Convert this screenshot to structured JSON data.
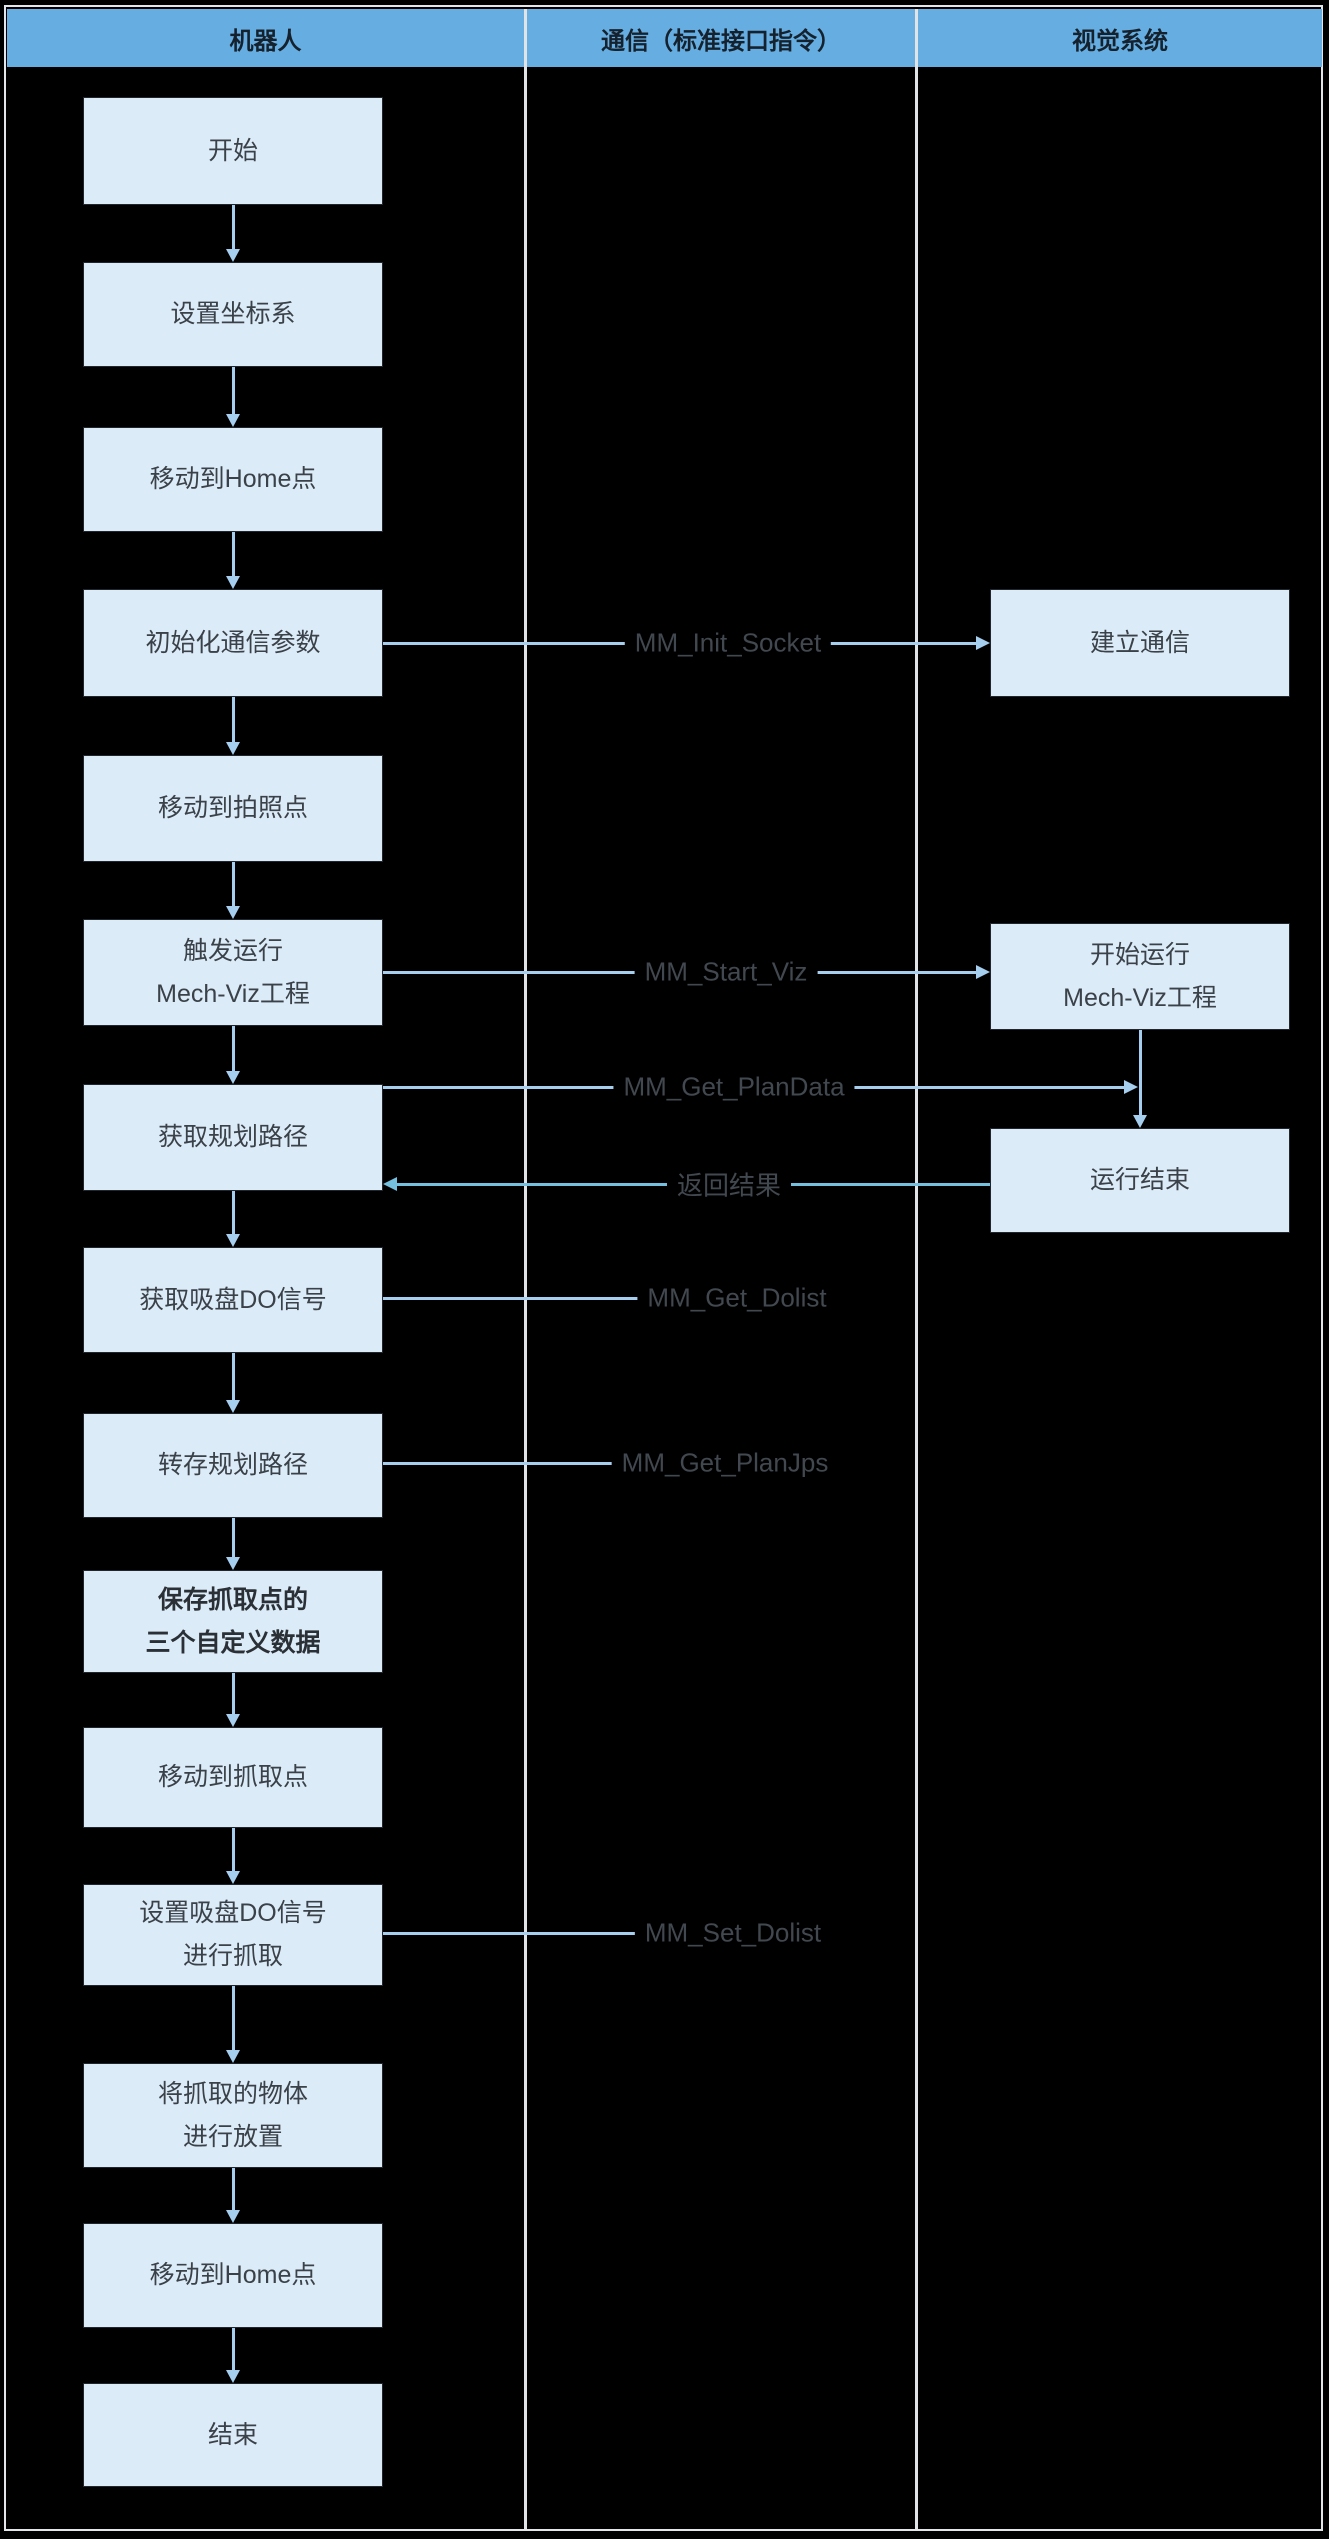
{
  "columns": {
    "robot": "机器人",
    "comm": "通信（标准接口指令）",
    "vision": "视觉系统"
  },
  "robot_steps": [
    "开始",
    "设置坐标系",
    "移动到Home点",
    "初始化通信参数",
    "移动到拍照点",
    "触发运行\nMech-Viz工程",
    "获取规划路径",
    "获取吸盘DO信号",
    "转存规划路径",
    "保存抓取点的\n三个自定义数据",
    "移动到抓取点",
    "设置吸盘DO信号\n进行抓取",
    "将抓取的物体\n进行放置",
    "移动到Home点",
    "结束"
  ],
  "vision_steps": [
    "建立通信",
    "开始运行\nMech-Viz工程",
    "运行结束"
  ],
  "commands": [
    {
      "label": "MM_Init_Socket",
      "from": "初始化通信参数",
      "to": "建立通信",
      "direction": "robot-to-vision"
    },
    {
      "label": "MM_Start_Viz",
      "from": "触发运行 Mech-Viz工程",
      "to": "开始运行 Mech-Viz工程",
      "direction": "robot-to-vision"
    },
    {
      "label": "MM_Get_PlanData",
      "from": "获取规划路径",
      "to": "运行结束",
      "direction": "robot-to-vision"
    },
    {
      "label": "返回结果",
      "from": "运行结束",
      "to": "获取规划路径",
      "direction": "vision-to-robot"
    },
    {
      "label": "MM_Get_Dolist",
      "from": "获取吸盘DO信号",
      "to": "",
      "direction": "from-robot"
    },
    {
      "label": "MM_Get_PlanJps",
      "from": "转存规划路径",
      "to": "",
      "direction": "from-robot"
    },
    {
      "label": "MM_Set_Dolist",
      "from": "设置吸盘DO信号 进行抓取",
      "to": "",
      "direction": "from-robot"
    }
  ],
  "colors": {
    "background": "#000000",
    "frame": "#e4e7ea",
    "header_bg": "#66aee2",
    "header_text": "#15222e",
    "box_bg": "#dcebf8",
    "box_border": "#20262b",
    "box_text": "#3a4148",
    "arrow": "#a6ceef",
    "return_arrow": "#74c0de",
    "command_text": "#42484f"
  }
}
